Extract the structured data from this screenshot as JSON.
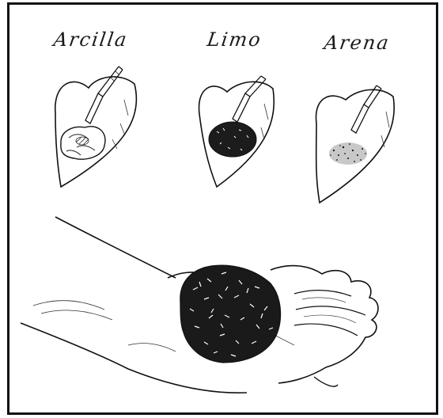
{
  "labels": {
    "clay": "Arcilla",
    "silt": "Limo",
    "sand": "Arena"
  },
  "colors": {
    "ink": "#111111",
    "paper": "#ffffff"
  }
}
